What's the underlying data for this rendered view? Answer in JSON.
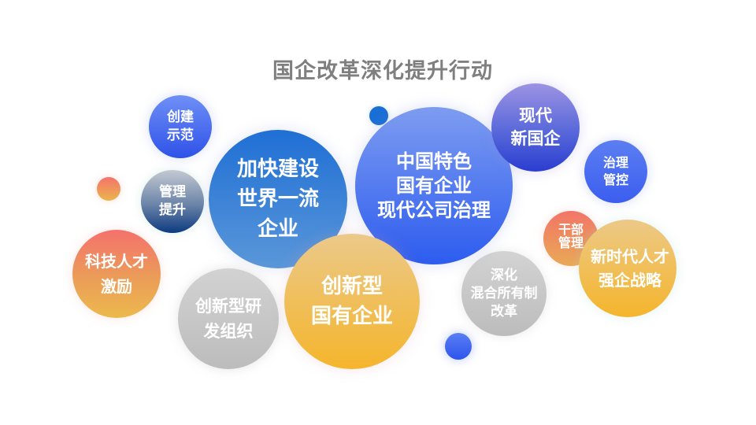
{
  "title": "国企改革深化提升行动",
  "bubbles": {
    "chuangjian": {
      "lines": [
        "创建",
        "示范"
      ],
      "color": "#3f62ec"
    },
    "guanli": {
      "lines": [
        "管理",
        "提升"
      ],
      "color": "#2a4f8c"
    },
    "jiakuai": {
      "lines": [
        "加快建设",
        "世界一流",
        "企业"
      ],
      "color": "#2f7fd6"
    },
    "zhongguo": {
      "lines": [
        "中国特色",
        "国有企业",
        "现代公司治理"
      ],
      "color": "#4a73f0"
    },
    "xiandai": {
      "lines": [
        "现代",
        "新国企"
      ],
      "color": "#5563d8"
    },
    "zhili": {
      "lines": [
        "治理",
        "管控"
      ],
      "color": "#4a6ef0"
    },
    "ganbu": {
      "lines": [
        "干部",
        "管理"
      ],
      "color": "#ee8a60"
    },
    "xinshidai": {
      "lines": [
        "新时代人才",
        "强企战略"
      ],
      "color": "#f2bd55"
    },
    "shenhua": {
      "lines": [
        "深化",
        "混合所有制",
        "改革"
      ],
      "color": "#c8c8c8"
    },
    "chuangxin": {
      "lines": [
        "创新型",
        "国有企业"
      ],
      "color": "#f2bd55"
    },
    "yanfa": {
      "lines": [
        "创新型研",
        "发组织"
      ],
      "color": "#c8c8c8"
    },
    "keji": {
      "lines": [
        "科技人才",
        "激励"
      ],
      "color": "#ef8860"
    }
  }
}
